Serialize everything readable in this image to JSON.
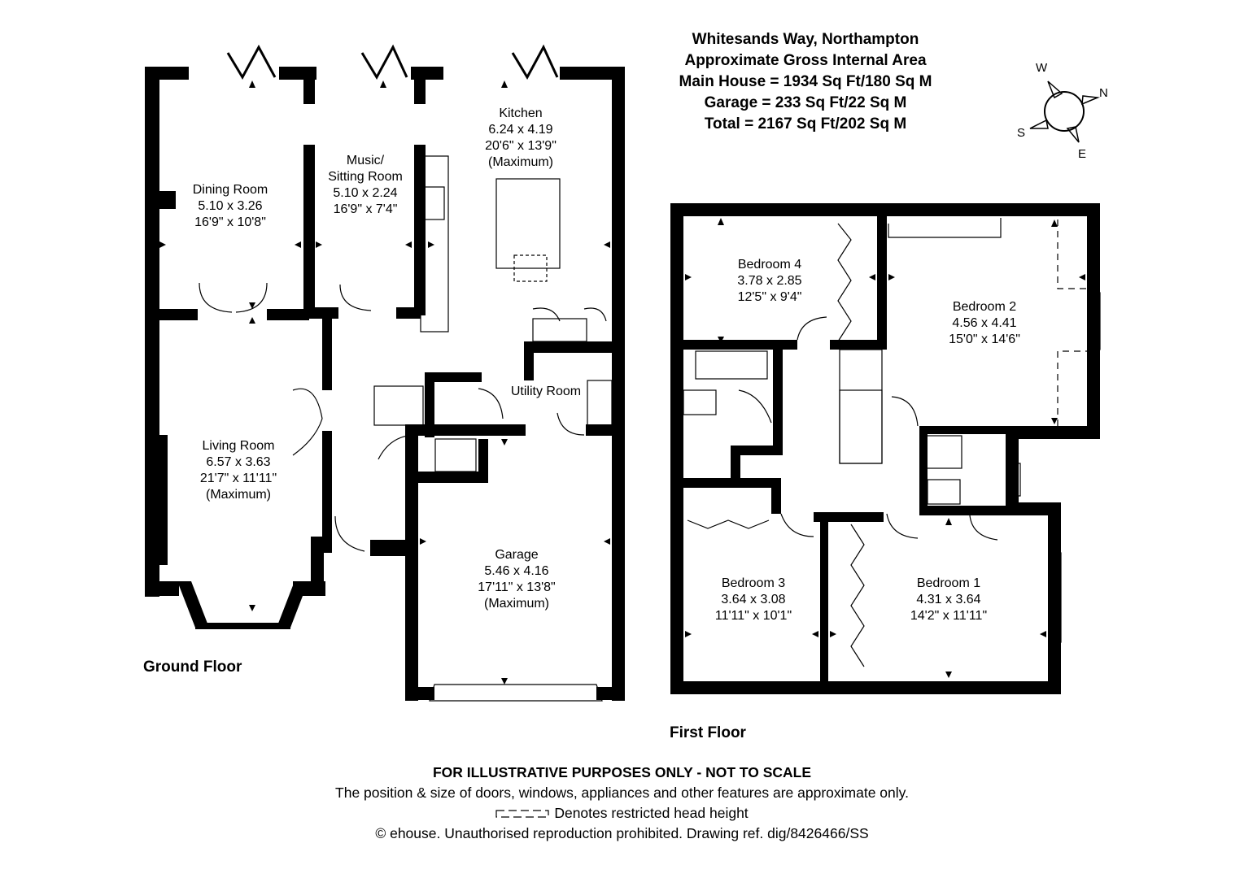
{
  "header": {
    "address": "Whitesands Way, Northampton",
    "area_title": "Approximate Gross Internal Area",
    "main_house": "Main House = 1934 Sq Ft/180 Sq M",
    "garage": "Garage = 233 Sq Ft/22 Sq M",
    "total": "Total = 2167 Sq Ft/202 Sq M"
  },
  "compass": {
    "w": "W",
    "n": "N",
    "s": "S",
    "e": "E"
  },
  "ground_floor": {
    "label": "Ground Floor",
    "rooms": {
      "kitchen": {
        "name": "Kitchen",
        "metric": "6.24 x 4.19",
        "imperial": "20'6\" x 13'9\"",
        "note": "(Maximum)"
      },
      "music": {
        "name": "Music/",
        "name2": "Sitting Room",
        "metric": "5.10 x 2.24",
        "imperial": "16'9\" x 7'4\""
      },
      "dining": {
        "name": "Dining Room",
        "metric": "5.10 x 3.26",
        "imperial": "16'9\" x 10'8\""
      },
      "living": {
        "name": "Living Room",
        "metric": "6.57 x 3.63",
        "imperial": "21'7\" x 11'11\"",
        "note": "(Maximum)"
      },
      "utility": {
        "name": "Utility Room"
      },
      "garage": {
        "name": "Garage",
        "metric": "5.46 x 4.16",
        "imperial": "17'11\" x 13'8\"",
        "note": "(Maximum)"
      }
    }
  },
  "first_floor": {
    "label": "First Floor",
    "rooms": {
      "bedroom4": {
        "name": "Bedroom 4",
        "metric": "3.78 x 2.85",
        "imperial": "12'5\" x 9'4\""
      },
      "bedroom2": {
        "name": "Bedroom 2",
        "metric": "4.56 x 4.41",
        "imperial": "15'0\" x 14'6\""
      },
      "bedroom3": {
        "name": "Bedroom 3",
        "metric": "3.64 x 3.08",
        "imperial": "11'11\" x 10'1\""
      },
      "bedroom1": {
        "name": "Bedroom 1",
        "metric": "4.31 x 3.64",
        "imperial": "14'2\" x 11'11\""
      }
    }
  },
  "footer": {
    "disclaimer": "FOR ILLUSTRATIVE PURPOSES ONLY - NOT TO SCALE",
    "position_note": "The position & size of doors, windows, appliances and other features are approximate only.",
    "legend": "Denotes restricted head height",
    "copyright": "© ehouse. Unauthorised reproduction prohibited. Drawing ref. dig/8426466/SS"
  },
  "colors": {
    "wall": "#000000",
    "background": "#ffffff",
    "fixture": "#555555"
  }
}
